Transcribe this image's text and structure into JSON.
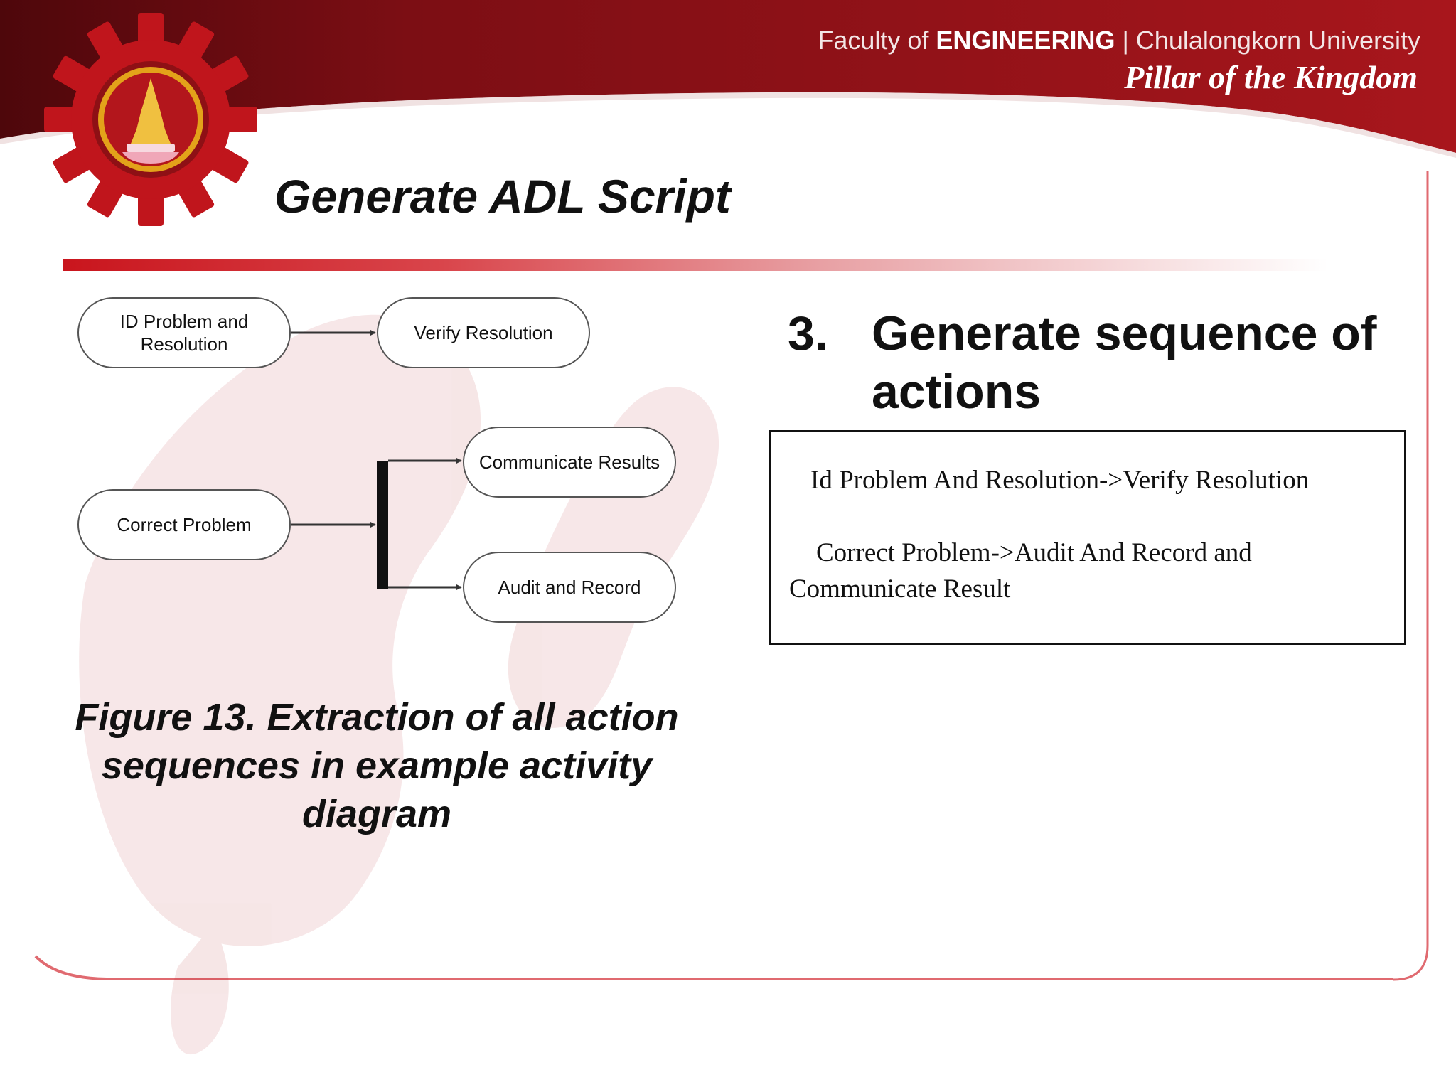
{
  "header": {
    "faculty_prefix": "Faculty of ",
    "faculty_name": "ENGINEERING",
    "university": " | Chulalongkorn University",
    "motto": "Pillar of the Kingdom"
  },
  "slide": {
    "title": "Generate ADL Script"
  },
  "diagram": {
    "nodes": {
      "id_problem": "ID Problem and Resolution",
      "verify": "Verify Resolution",
      "correct": "Correct Problem",
      "communicate": "Communicate Results",
      "audit": "Audit and Record"
    },
    "caption": "Figure 13. Extraction of all action sequences in  example activity diagram"
  },
  "step": {
    "number": "3.",
    "text": "Generate sequence of actions"
  },
  "sequence_box": {
    "line1": "Id Problem And Resolution->Verify Resolution",
    "line2": "Correct Problem->Audit And Record and",
    "line3": "Communicate Result"
  },
  "colors": {
    "header_red": "#9b1418",
    "header_dark": "#4e070b",
    "gear_red": "#c0151c",
    "emblem_gold": "#e3a21a",
    "accent_red": "#c9151d"
  },
  "icons": {
    "logo": "chulalongkorn-gear-emblem-icon"
  }
}
